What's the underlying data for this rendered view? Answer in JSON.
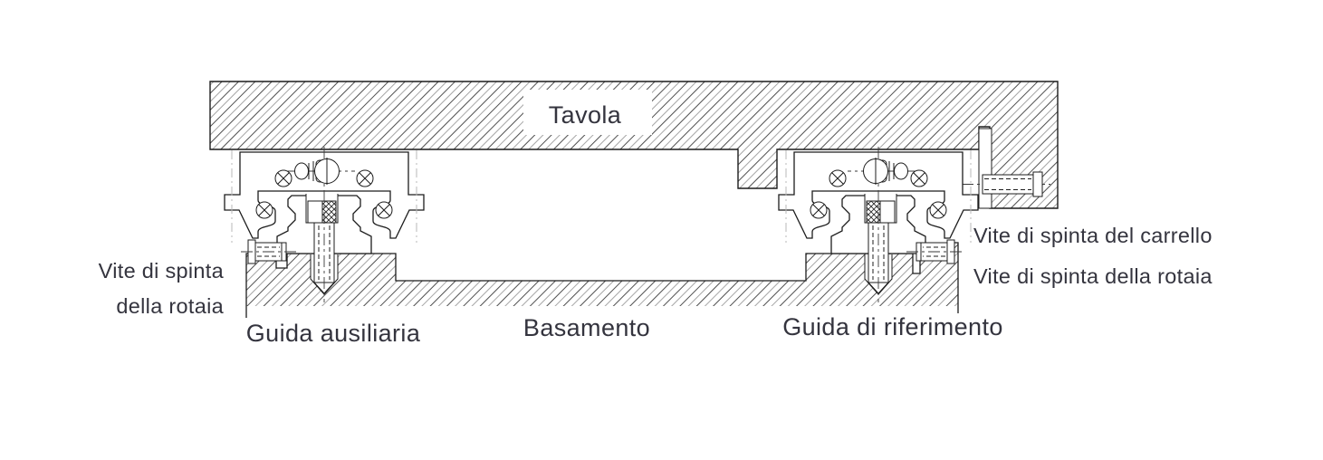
{
  "figure": {
    "type": "technical-section-drawing",
    "subject": "linear-guide-mounting-cross-section",
    "labels": {
      "table": "Tavola",
      "base": "Basamento",
      "auxiliary_rail": "Guida ausiliaria",
      "reference_rail": "Guida di riferimento",
      "rail_thrust_screw_left": {
        "line1": "Vite di spinta",
        "line2": "della rotaia"
      },
      "carriage_thrust_screw": "Vite di spinta del carrello",
      "rail_thrust_screw_right": "Vite di spinta della rotaia"
    },
    "colors": {
      "background": "#ffffff",
      "line": "#1c1c1c",
      "hatch_dark": "#4f4f4f",
      "hatch_light": "#a6a6a6",
      "centerline_gray": "#b8b8b8",
      "text": "#34343e"
    }
  }
}
